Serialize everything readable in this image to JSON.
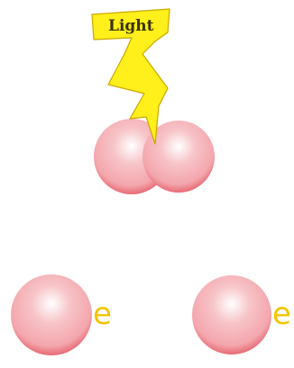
{
  "diagram": {
    "light_label": "Light",
    "electron_left": "e",
    "electron_right": "e",
    "colors": {
      "lightning_fill": "#ffef1a",
      "lightning_stroke": "#c9a800",
      "atom_highlight": "#ffffff",
      "atom_mid": "#f4a6ad",
      "atom_edge": "#e04a57",
      "electron_text": "#f5c400"
    }
  }
}
